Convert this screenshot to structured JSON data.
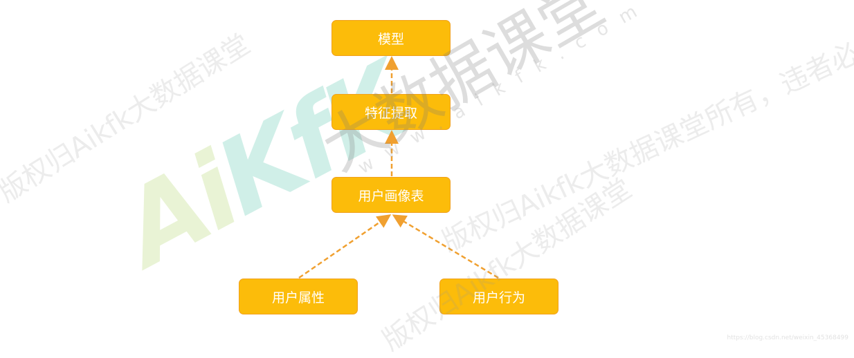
{
  "nodes": {
    "model": "模型",
    "feature_extraction": "特征提取",
    "user_profile_table": "用户画像表",
    "user_attributes": "用户属性",
    "user_behavior": "用户行为"
  },
  "edges": [
    {
      "from": "feature_extraction",
      "to": "model"
    },
    {
      "from": "user_profile_table",
      "to": "feature_extraction"
    },
    {
      "from": "user_attributes",
      "to": "user_profile_table"
    },
    {
      "from": "user_behavior",
      "to": "user_profile_table"
    }
  ],
  "colors": {
    "node_fill": "#fcbc0a",
    "node_border": "#f0a01c",
    "arrow": "#f0a030"
  },
  "watermark": {
    "logo": "AiKfK",
    "logo_a": "Ai",
    "logo_k": "KfK",
    "brand": "大数据课堂",
    "site": "www.aikfk.com",
    "copyright": "版权归Aikfk大数据课堂所有，违者必究",
    "copyright_short": "版权归Aikfk大数据课堂"
  },
  "footer_url": "https://blog.csdn.net/weixin_45368499"
}
